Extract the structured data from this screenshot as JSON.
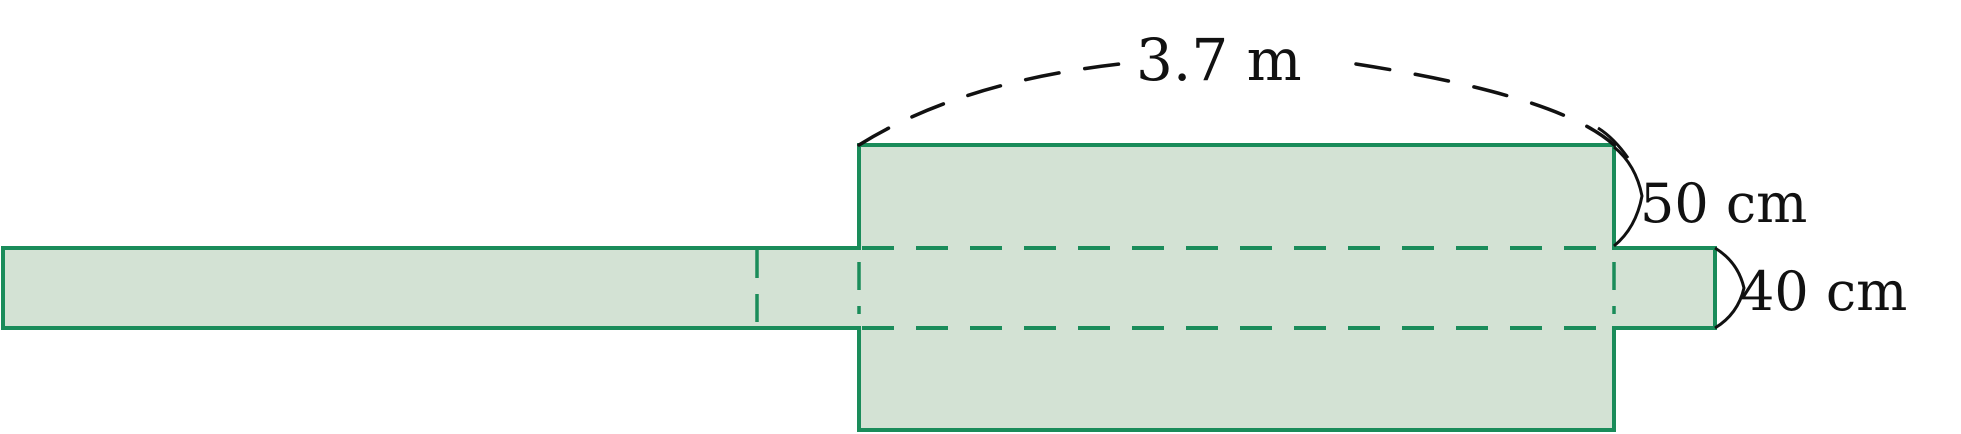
{
  "labels": {
    "width": "3.7 m",
    "box_height": "50 cm",
    "strip_height": "40 cm"
  },
  "colors": {
    "fill": "#d3e2d4",
    "edge": "#1a8c5a",
    "text": "#111111"
  }
}
